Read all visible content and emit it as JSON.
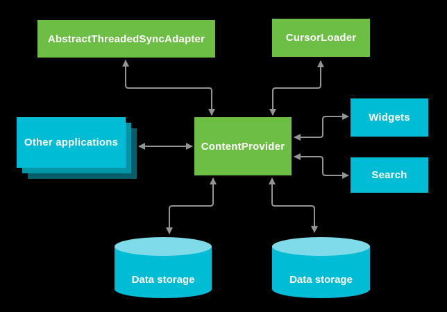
{
  "diagram": {
    "title": "ContentProvider architecture diagram",
    "background": "#000000",
    "colors": {
      "node_green": "#6DBE45",
      "node_cyan": "#00BCD4",
      "cylinder_top": "#7FDBE8",
      "stack_mid": "#0295A6",
      "stack_dark": "#075E68",
      "arrow": "#949494",
      "label_text": "#FFFFFF"
    },
    "nodes": [
      {
        "id": "sync-adapter",
        "label": "AbstractThreadedSyncAdapter",
        "shape": "rect",
        "color": "green"
      },
      {
        "id": "cursor-loader",
        "label": "CursorLoader",
        "shape": "rect",
        "color": "green"
      },
      {
        "id": "content-provider",
        "label": "ContentProvider",
        "shape": "rect",
        "color": "green"
      },
      {
        "id": "other-apps",
        "label": "Other applications",
        "shape": "stacked-rect",
        "color": "cyan"
      },
      {
        "id": "widgets",
        "label": "Widgets",
        "shape": "rect",
        "color": "cyan"
      },
      {
        "id": "search",
        "label": "Search",
        "shape": "rect",
        "color": "cyan"
      },
      {
        "id": "data-storage-left",
        "label": "Data storage",
        "shape": "cylinder",
        "color": "cyan"
      },
      {
        "id": "data-storage-right",
        "label": "Data storage",
        "shape": "cylinder",
        "color": "cyan"
      }
    ],
    "edges": [
      {
        "from": "AbstractThreadedSyncAdapter",
        "to": "ContentProvider",
        "direction": "bidirectional"
      },
      {
        "from": "CursorLoader",
        "to": "ContentProvider",
        "direction": "bidirectional"
      },
      {
        "from": "Other applications",
        "to": "ContentProvider",
        "direction": "bidirectional"
      },
      {
        "from": "ContentProvider",
        "to": "Widgets",
        "direction": "bidirectional"
      },
      {
        "from": "ContentProvider",
        "to": "Search",
        "direction": "bidirectional"
      },
      {
        "from": "ContentProvider",
        "to": "Data storage (left)",
        "direction": "bidirectional"
      },
      {
        "from": "ContentProvider",
        "to": "Data storage (right)",
        "direction": "bidirectional"
      }
    ]
  }
}
